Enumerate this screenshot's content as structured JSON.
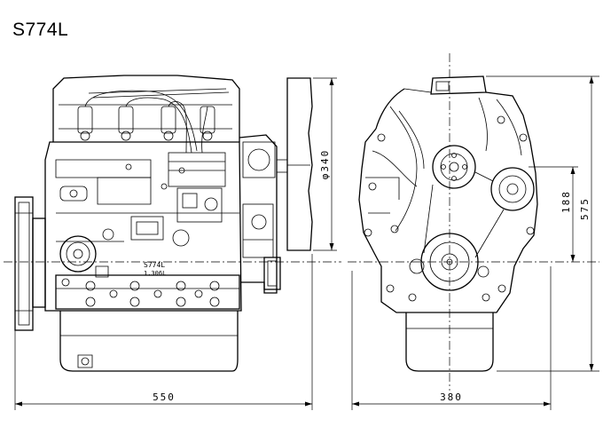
{
  "title": "S774L",
  "side_view": {
    "engine_label_line1": "S774L",
    "engine_label_line2": "1.306L",
    "width_dimension": "550",
    "pulley_diameter_dimension": "φ340"
  },
  "front_view": {
    "width_dimension": "380",
    "height_dimension": "575",
    "center_height_dimension": "188"
  }
}
